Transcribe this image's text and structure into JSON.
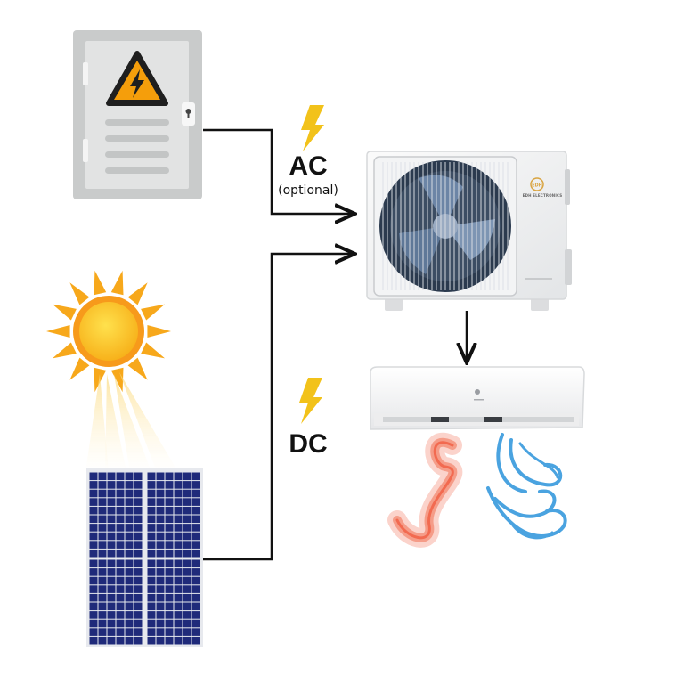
{
  "labels": {
    "ac": "AC",
    "ac_note": "(optional)",
    "dc": "DC",
    "outdoor_brand": "EDH ELECTRONICS"
  },
  "colors": {
    "line": "#111111",
    "bolt": "#f2c21a",
    "warning_triangle": "#f59e0b",
    "panel_cell": "#1f2a7a",
    "sun": "#f7a81b",
    "heat_air": "#f47e6c",
    "cool_air": "#4aa3e0",
    "cabinet": "#c9cbcb"
  },
  "icons": {
    "utility": "electrical-cabinet-icon",
    "warning": "high-voltage-warning-icon",
    "sun": "sun-icon",
    "panel": "solar-panel-icon",
    "outdoor": "outdoor-ac-unit-icon",
    "indoor": "indoor-ac-unit-icon",
    "heat": "warm-air-icon",
    "cool": "cool-air-icon",
    "bolt": "lightning-bolt-icon"
  }
}
